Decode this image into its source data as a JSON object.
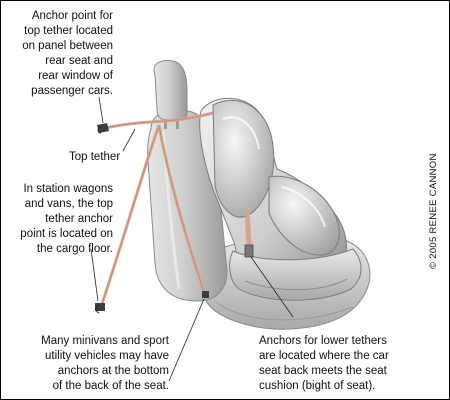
{
  "labels": {
    "anchor_point_top_tether": "Anchor point for\ntop tether located\non panel between\nrear seat and\nrear window of\npassenger cars.",
    "top_tether": "Top tether",
    "station_wagons": "In station wagons\nand vans, the top\ntether anchor\npoint is located on\nthe cargo floor.",
    "minivans": "Many minivans and sport\nutility vehicles may have\nanchors at the bottom\nof the back of the seat.",
    "lower_tethers": "Anchors for lower tethers\nare located where the car\nseat back meets the seat\ncushion (bight of seat)."
  },
  "copyright": "© 2005 RENEE CANNON",
  "colors": {
    "tether_strap": "#d9a48f",
    "seat_gray": "#c4c4c4",
    "leader_line": "#222222"
  }
}
